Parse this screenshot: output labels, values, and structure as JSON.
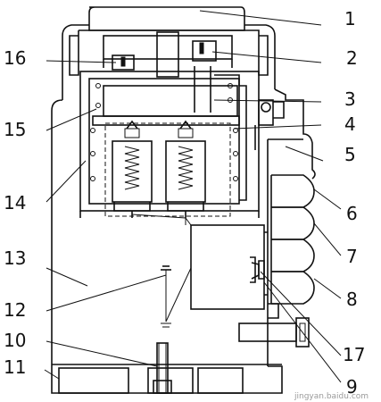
{
  "diagram": {
    "labels": {
      "l1": "1",
      "l2": "2",
      "l3": "3",
      "l4": "4",
      "l5": "5",
      "l6": "6",
      "l7": "7",
      "l8": "8",
      "l9": "9",
      "l10": "10",
      "l11": "11",
      "l12": "12",
      "l13": "13",
      "l14": "14",
      "l15": "15",
      "l16": "16",
      "l17": "17"
    },
    "watermark": "jingyan.baidu.com"
  }
}
